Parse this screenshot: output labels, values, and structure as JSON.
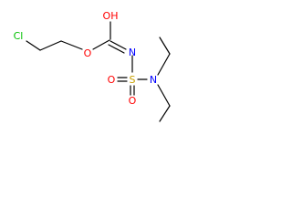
{
  "molecule": {
    "atoms": {
      "cl": {
        "label": "Cl",
        "color": "#00c000"
      },
      "o_ether": {
        "label": "O",
        "color": "#ff0000"
      },
      "oh": {
        "label": "OH",
        "color": "#ff0000"
      },
      "n_imine": {
        "label": "N",
        "color": "#0000ff"
      },
      "s": {
        "label": "S",
        "color": "#c8a000"
      },
      "o_sulfonyl_left": {
        "label": "O",
        "color": "#ff0000"
      },
      "o_sulfonyl_bottom": {
        "label": "O",
        "color": "#ff0000"
      },
      "n_amine": {
        "label": "N",
        "color": "#0000ff"
      }
    },
    "bond_color": "#000000"
  }
}
